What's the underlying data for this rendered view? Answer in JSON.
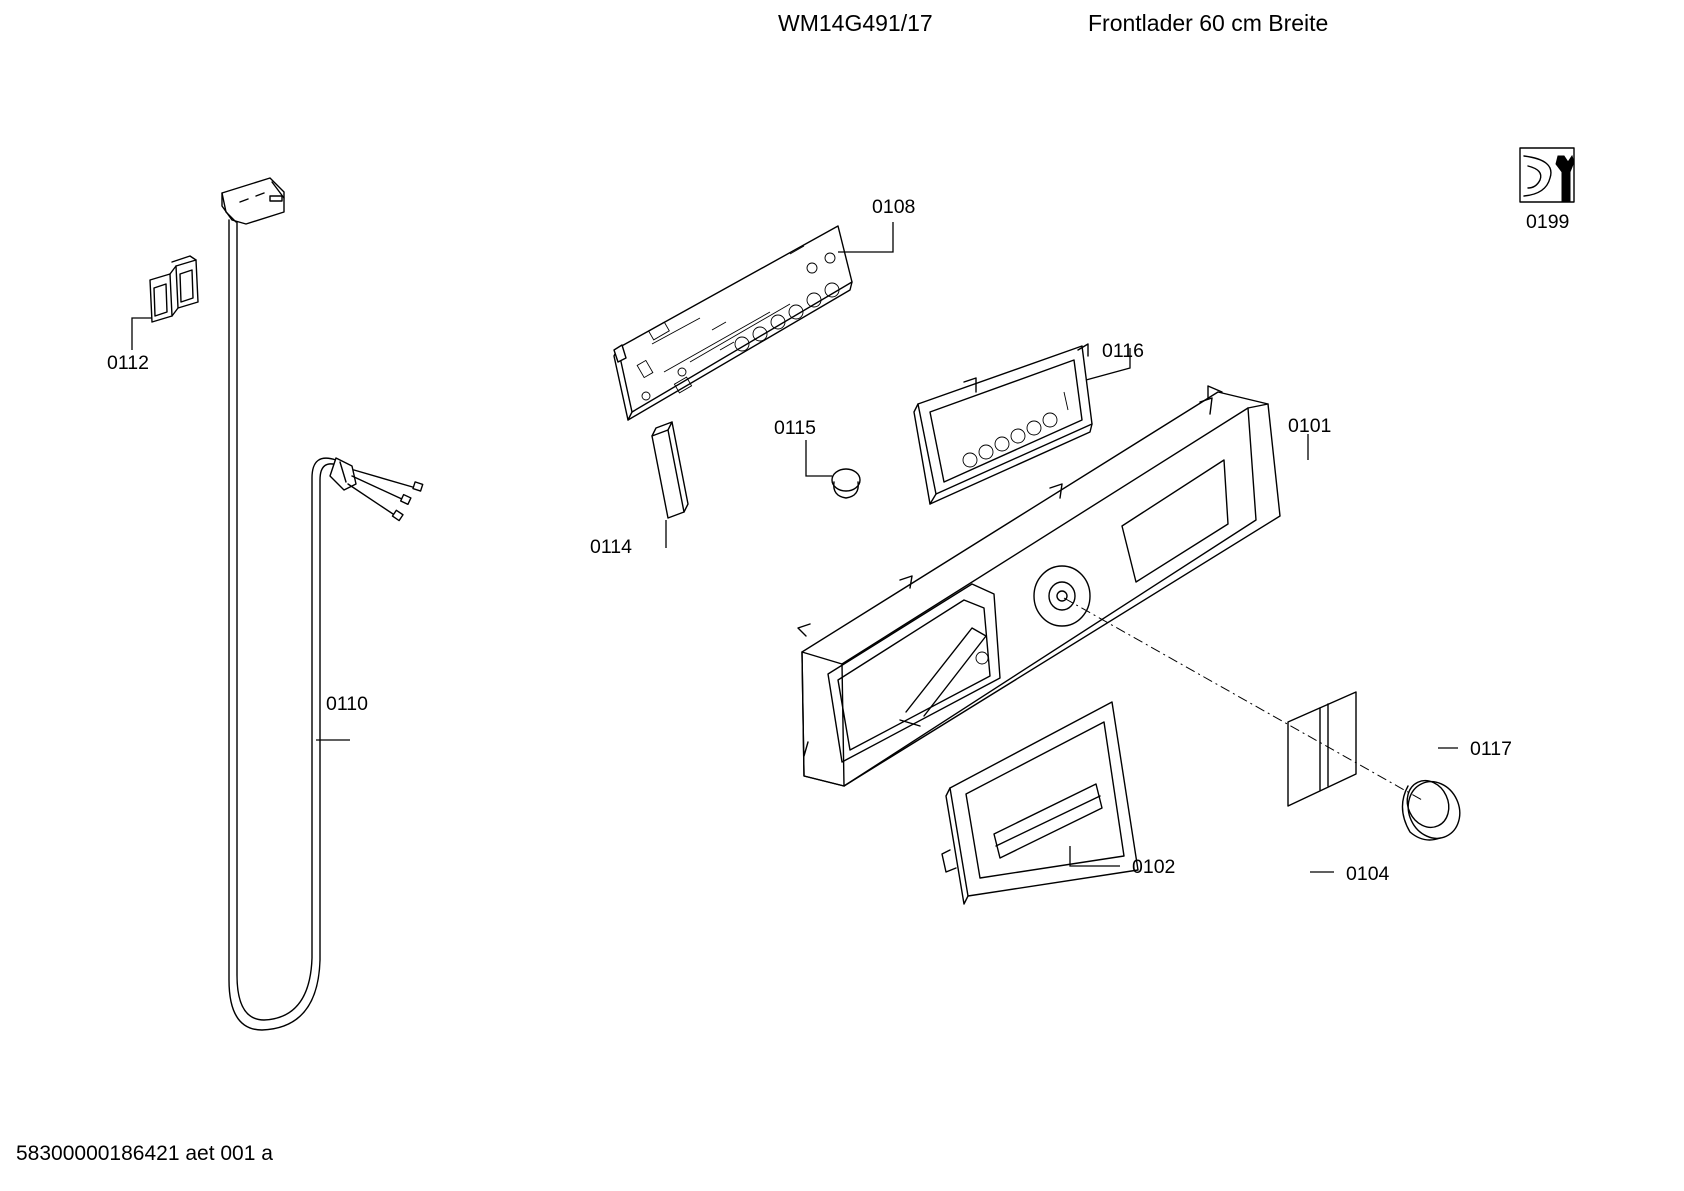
{
  "header": {
    "model": "WM14G491/17",
    "description": "Frontlader 60 cm Breite"
  },
  "footer": {
    "document_code": "58300000186421 aet 001 a"
  },
  "parts": [
    {
      "id": "0101"
    },
    {
      "id": "0102"
    },
    {
      "id": "0104"
    },
    {
      "id": "0108"
    },
    {
      "id": "0110"
    },
    {
      "id": "0112"
    },
    {
      "id": "0114"
    },
    {
      "id": "0115"
    },
    {
      "id": "0116"
    },
    {
      "id": "0117"
    },
    {
      "id": "0199"
    }
  ]
}
